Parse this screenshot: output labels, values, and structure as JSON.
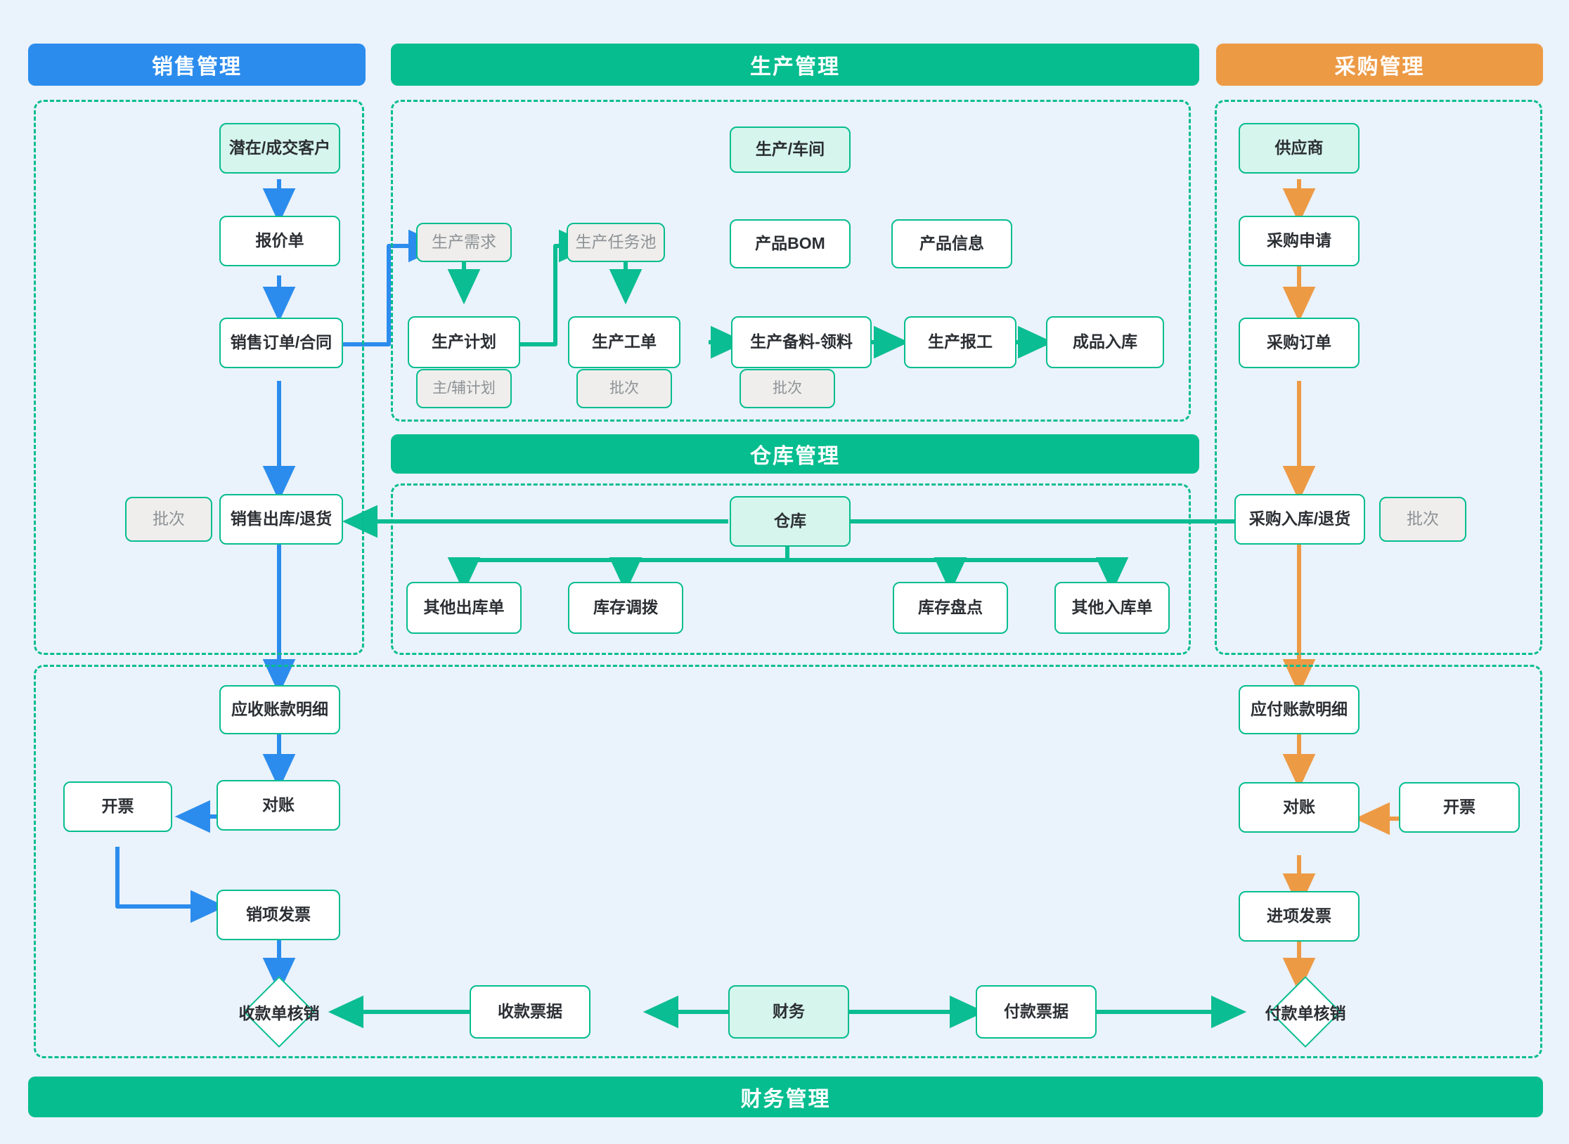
{
  "colors": {
    "background": "#eaf2fb",
    "sales_accent": "#2b8ced",
    "production_accent": "#06bd8f",
    "purchase_accent": "#ed9a45",
    "node_border": "#06bd8f",
    "mint_fill": "#d6f5ec",
    "muted_fill": "#efeeec",
    "muted_text": "#8d9296"
  },
  "banners": {
    "sales": "销售管理",
    "production": "生产管理",
    "purchase": "采购管理",
    "warehouse": "仓库管理",
    "finance": "财务管理"
  },
  "sales": {
    "customer": "潜在/成交客户",
    "quotation": "报价单",
    "sales_order": "销售订单/合同",
    "batch": "批次",
    "sales_out": "销售出库/退货"
  },
  "production": {
    "workshop": "生产/车间",
    "demand": "生产需求",
    "task_pool": "生产任务池",
    "product_bom": "产品BOM",
    "product_info": "产品信息",
    "plan": "生产计划",
    "work_order": "生产工单",
    "material_prep": "生产备料-领料",
    "report": "生产报工",
    "finished_in": "成品入库",
    "tag_plan": "主/辅计划",
    "tag_batch_wo": "批次",
    "tag_batch_mat": "批次"
  },
  "warehouse": {
    "warehouse": "仓库",
    "other_out": "其他出库单",
    "transfer": "库存调拨",
    "stocktake": "库存盘点",
    "other_in": "其他入库单"
  },
  "purchase": {
    "supplier": "供应商",
    "requisition": "采购申请",
    "order": "采购订单",
    "purchase_in": "采购入库/退货",
    "batch": "批次"
  },
  "finance": {
    "ar_detail": "应收账款明细",
    "ar_recon": "对账",
    "ar_invoice_action": "开票",
    "ar_output_invoice": "销项发票",
    "ar_writeoff": "收款单核销",
    "receipt_doc": "收款票据",
    "finance_center": "财务",
    "payment_doc": "付款票据",
    "ap_writeoff": "付款单核销",
    "ap_detail": "应付账款明细",
    "ap_recon": "对账",
    "ap_invoice_action": "开票",
    "ap_input_invoice": "进项发票"
  }
}
